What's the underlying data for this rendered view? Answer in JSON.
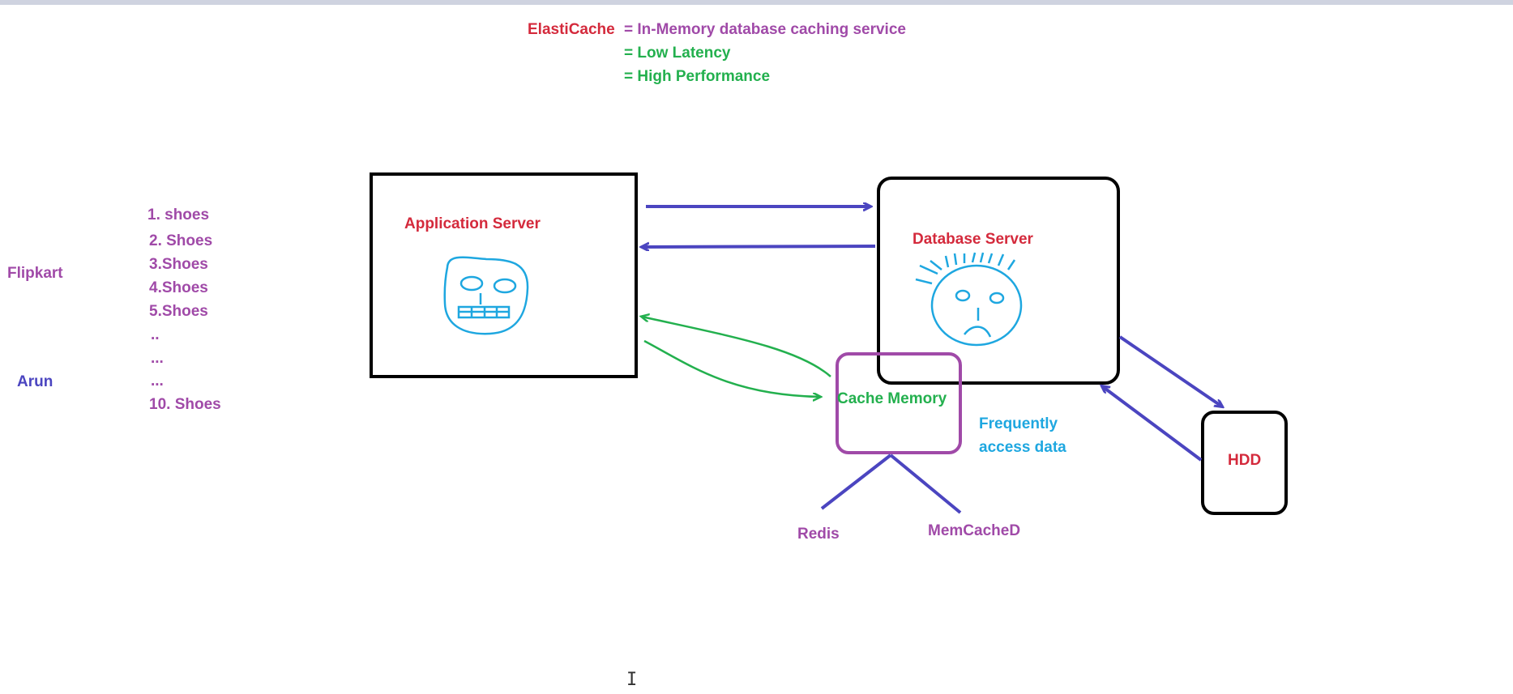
{
  "header": {
    "term": "ElastiCache",
    "definitions": [
      "= In-Memory database caching service",
      "= Low Latency",
      "= High Performance"
    ]
  },
  "left": {
    "site": "Flipkart",
    "user": "Arun",
    "list": [
      "1. shoes",
      "2. Shoes",
      "3.Shoes",
      "4.Shoes",
      "5.Shoes",
      "..",
      "...",
      "...",
      "10. Shoes"
    ]
  },
  "nodes": {
    "app_server": "Application Server",
    "db_server": "Database Server",
    "cache": "Cache Memory",
    "cache_note": [
      "Frequently",
      "access data"
    ],
    "hdd": "HDD",
    "engines": [
      "Redis",
      "MemCacheD"
    ]
  },
  "colors": {
    "term": "#d42a3c",
    "definition": "#a04aa8",
    "highlight": "#23b04e",
    "arrow": "#4b45c0",
    "face": "#1ea7e0",
    "cache_border": "#a04aa8"
  },
  "icons": [
    "robot-face-icon",
    "stressed-face-icon",
    "text-cursor-icon"
  ]
}
